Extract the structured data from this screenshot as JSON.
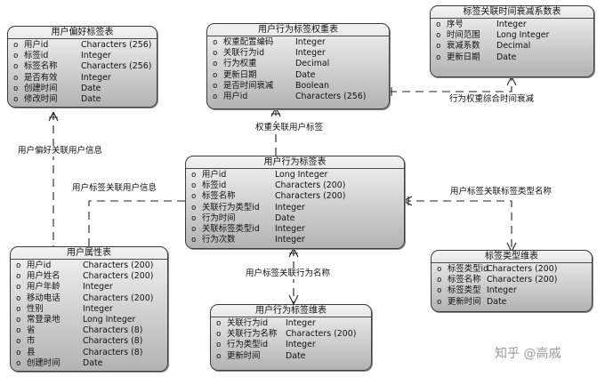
{
  "entities": {
    "pref_tag": {
      "title": "用户偏好标签表",
      "fields": [
        {
          "name": "用户id",
          "type": "Characters (256)"
        },
        {
          "name": "标签id",
          "type": "Integer"
        },
        {
          "name": "标签名称",
          "type": "Characters (256)"
        },
        {
          "name": "是否有效",
          "type": "Integer"
        },
        {
          "name": "创建时间",
          "type": "Date"
        },
        {
          "name": "修改时间",
          "type": "Date"
        }
      ]
    },
    "weight": {
      "title": "用户行为标签权重表",
      "fields": [
        {
          "name": "权重配置编码",
          "type": "Integer"
        },
        {
          "name": "关联行为id",
          "type": "Integer"
        },
        {
          "name": "行为权重",
          "type": "Decimal"
        },
        {
          "name": "更新日期",
          "type": "Date"
        },
        {
          "name": "是否时间衰减",
          "type": "Boolean"
        },
        {
          "name": "用户id",
          "type": "Characters (256)"
        }
      ]
    },
    "decay": {
      "title": "标签关联时间衰减系数表",
      "fields": [
        {
          "name": "序号",
          "type": "Integer"
        },
        {
          "name": "时间范围",
          "type": "Long Integer"
        },
        {
          "name": "衰减系数",
          "type": "Decimal"
        },
        {
          "name": "更新日期",
          "type": "Date"
        }
      ]
    },
    "behavior": {
      "title": "用户行为标签表",
      "fields": [
        {
          "name": "用户id",
          "type": "Long Integer"
        },
        {
          "name": "标签id",
          "type": "Characters (200)"
        },
        {
          "name": "标签名称",
          "type": "Characters (200)"
        },
        {
          "name": "关联行为类型id",
          "type": "Integer"
        },
        {
          "name": "行为时间",
          "type": "Date"
        },
        {
          "name": "关联标签类型id",
          "type": "Integer"
        },
        {
          "name": "行为次数",
          "type": "Integer"
        }
      ]
    },
    "user_attr": {
      "title": "用户属性表",
      "fields": [
        {
          "name": "用户id",
          "type": "Characters (200)"
        },
        {
          "name": "用户姓名",
          "type": "Characters (200)"
        },
        {
          "name": "用户年龄",
          "type": "Integer"
        },
        {
          "name": "移动电话",
          "type": "Characters (200)"
        },
        {
          "name": "性别",
          "type": "Integer"
        },
        {
          "name": "常登录地",
          "type": "Long Integer"
        },
        {
          "name": "省",
          "type": "Characters (8)"
        },
        {
          "name": "市",
          "type": "Characters (8)"
        },
        {
          "name": "县",
          "type": "Characters (8)"
        },
        {
          "name": "创建时间",
          "type": "Date"
        }
      ]
    },
    "tag_type": {
      "title": "标签类型维表",
      "fields": [
        {
          "name": "标签类型id",
          "type": "Characters (200)"
        },
        {
          "name": "标签名称",
          "type": "Characters (200)"
        },
        {
          "name": "标签类型",
          "type": "Integer"
        },
        {
          "name": "更新时间",
          "type": "Date"
        }
      ]
    },
    "behavior_dim": {
      "title": "用户行为标签维表",
      "fields": [
        {
          "name": "关联行为id",
          "type": "Integer"
        },
        {
          "name": "关联行为名称",
          "type": "Characters (200)"
        },
        {
          "name": "行为类型id",
          "type": "Integer"
        },
        {
          "name": "更新时间",
          "type": "Date"
        }
      ]
    }
  },
  "relations": {
    "pref_user": "用户偏好关联用户信息",
    "weight_behavior": "权重关联用户标签",
    "weight_decay": "行为权重综合时间衰减",
    "behavior_user": "用户标签关联用户信息",
    "behavior_tagtype": "用户标签关联标签类型名称",
    "behavior_dim": "用户标签关联行为名称"
  },
  "bullet_glyph": "o",
  "watermark": "知乎 @高戚",
  "colors": {
    "entity_border": "#3c3c3c",
    "line": "#222222"
  }
}
